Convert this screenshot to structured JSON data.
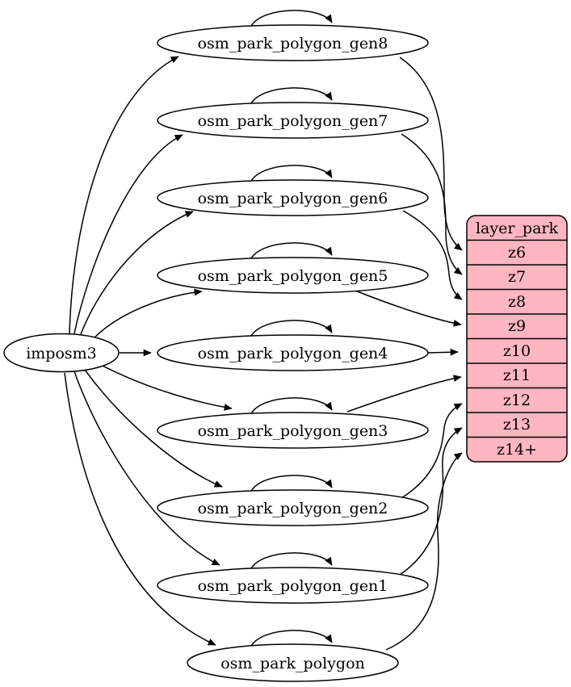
{
  "graph": {
    "background": "#ffffff",
    "source_node": {
      "label": "imposm3"
    },
    "table_nodes": [
      {
        "label": "osm_park_polygon_gen8"
      },
      {
        "label": "osm_park_polygon_gen7"
      },
      {
        "label": "osm_park_polygon_gen6"
      },
      {
        "label": "osm_park_polygon_gen5"
      },
      {
        "label": "osm_park_polygon_gen4"
      },
      {
        "label": "osm_park_polygon_gen3"
      },
      {
        "label": "osm_park_polygon_gen2"
      },
      {
        "label": "osm_park_polygon_gen1"
      },
      {
        "label": "osm_park_polygon"
      }
    ],
    "layer_table": {
      "title": "layer_park",
      "rows": [
        "z6",
        "z7",
        "z8",
        "z9",
        "z10",
        "z11",
        "z12",
        "z13",
        "z14+"
      ],
      "fill": "#ffb6c1",
      "stroke": "#000000"
    },
    "edges": [
      {
        "from": "imposm3",
        "to": "osm_park_polygon_gen8"
      },
      {
        "from": "imposm3",
        "to": "osm_park_polygon_gen7"
      },
      {
        "from": "imposm3",
        "to": "osm_park_polygon_gen6"
      },
      {
        "from": "imposm3",
        "to": "osm_park_polygon_gen5"
      },
      {
        "from": "imposm3",
        "to": "osm_park_polygon_gen4"
      },
      {
        "from": "imposm3",
        "to": "osm_park_polygon_gen3"
      },
      {
        "from": "imposm3",
        "to": "osm_park_polygon_gen2"
      },
      {
        "from": "imposm3",
        "to": "osm_park_polygon_gen1"
      },
      {
        "from": "imposm3",
        "to": "osm_park_polygon"
      },
      {
        "from": "osm_park_polygon_gen8",
        "to": "osm_park_polygon_gen8",
        "type": "self-loop"
      },
      {
        "from": "osm_park_polygon_gen7",
        "to": "osm_park_polygon_gen7",
        "type": "self-loop"
      },
      {
        "from": "osm_park_polygon_gen6",
        "to": "osm_park_polygon_gen6",
        "type": "self-loop"
      },
      {
        "from": "osm_park_polygon_gen5",
        "to": "osm_park_polygon_gen5",
        "type": "self-loop"
      },
      {
        "from": "osm_park_polygon_gen4",
        "to": "osm_park_polygon_gen4",
        "type": "self-loop"
      },
      {
        "from": "osm_park_polygon_gen3",
        "to": "osm_park_polygon_gen3",
        "type": "self-loop"
      },
      {
        "from": "osm_park_polygon_gen2",
        "to": "osm_park_polygon_gen2",
        "type": "self-loop"
      },
      {
        "from": "osm_park_polygon_gen1",
        "to": "osm_park_polygon_gen1",
        "type": "self-loop"
      },
      {
        "from": "osm_park_polygon",
        "to": "osm_park_polygon",
        "type": "self-loop"
      },
      {
        "from": "osm_park_polygon_gen8",
        "to": "layer_park.z6"
      },
      {
        "from": "osm_park_polygon_gen7",
        "to": "layer_park.z7"
      },
      {
        "from": "osm_park_polygon_gen6",
        "to": "layer_park.z8"
      },
      {
        "from": "osm_park_polygon_gen5",
        "to": "layer_park.z9"
      },
      {
        "from": "osm_park_polygon_gen4",
        "to": "layer_park.z10"
      },
      {
        "from": "osm_park_polygon_gen3",
        "to": "layer_park.z11"
      },
      {
        "from": "osm_park_polygon_gen2",
        "to": "layer_park.z12"
      },
      {
        "from": "osm_park_polygon_gen1",
        "to": "layer_park.z13"
      },
      {
        "from": "osm_park_polygon",
        "to": "layer_park.z14+"
      }
    ]
  }
}
